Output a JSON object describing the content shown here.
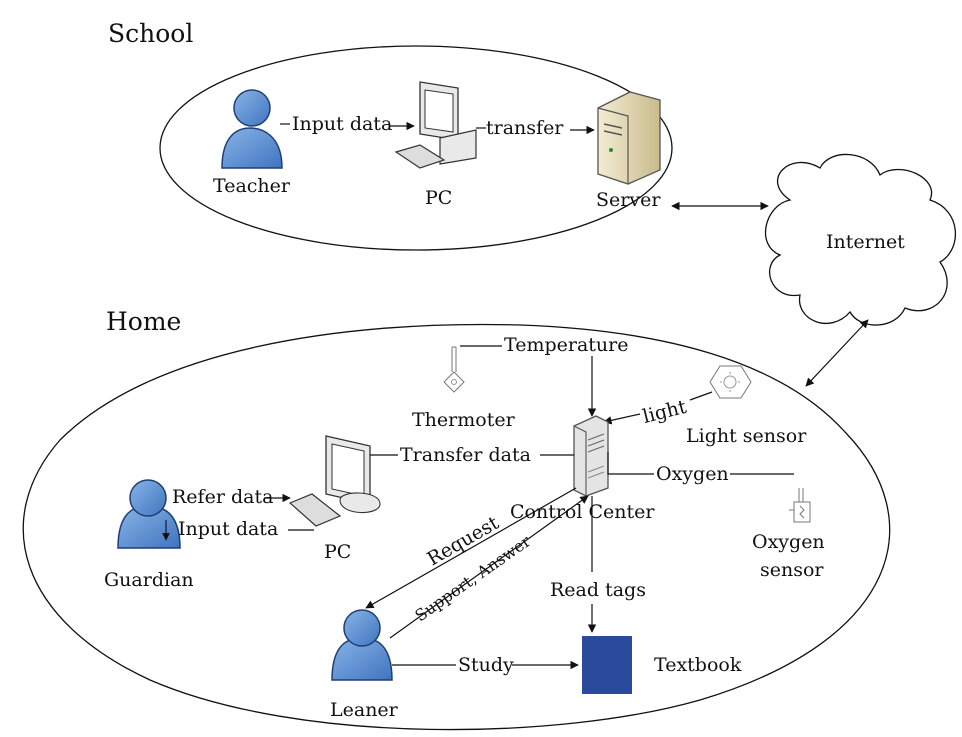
{
  "school": {
    "title": "School",
    "teacher": "Teacher",
    "input_data": "Input data",
    "pc": "PC",
    "transfer": "transfer",
    "server": "Server"
  },
  "internet": "Internet",
  "home": {
    "title": "Home",
    "temperature": "Temperature",
    "thermoter": "Thermoter",
    "light": "light",
    "light_sensor": "Light sensor",
    "transfer_data": "Transfer data",
    "control_center": "Control Center",
    "oxygen": "Oxygen",
    "oxygen_sensor_1": "Oxygen",
    "oxygen_sensor_2": "sensor",
    "refer_data": "Refer data",
    "input_data": "Input data",
    "pc": "PC",
    "guardian": "Guardian",
    "request": "Request",
    "support_answer": "Support, Answer",
    "read_tags": "Read tags",
    "study": "Study",
    "textbook": "Textbook",
    "leaner": "Leaner"
  },
  "colors": {
    "person": "#5b8fd0",
    "person_dark": "#2e5f9e",
    "textbook": "#2b4a9c",
    "server": "#e6dcbc",
    "line": "#111111"
  }
}
